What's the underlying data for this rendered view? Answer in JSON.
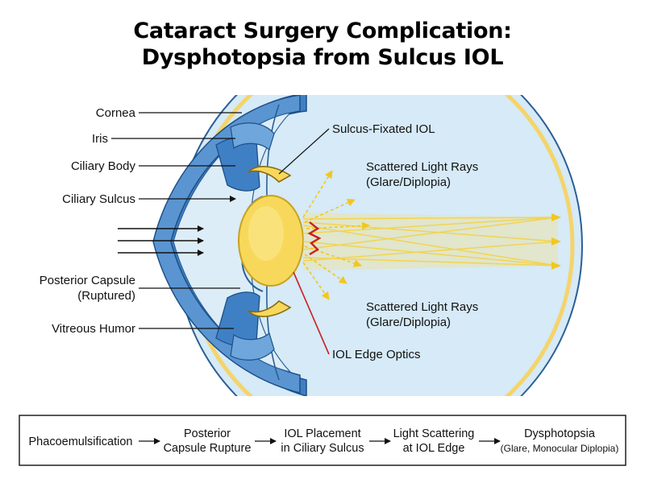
{
  "title": {
    "line1": "Cataract Surgery Complication:",
    "line2": "Dysphotopsia from Sulcus IOL"
  },
  "labels": {
    "cornea": "Cornea",
    "iris": "Iris",
    "ciliary_body": "Ciliary Body",
    "ciliary_sulcus": "Ciliary Sulcus",
    "posterior_capsule_1": "Posterior Capsule",
    "posterior_capsule_2": "(Ruptured)",
    "vitreous_humor": "Vitreous Humor",
    "sulcus_fixated_iol": "Sulcus-Fixated IOL",
    "scattered_upper_1": "Scattered Light Rays",
    "scattered_upper_2": "(Glare/Diplopia)",
    "scattered_lower_1": "Scattered Light Rays",
    "scattered_lower_2": "(Glare/Diplopia)",
    "iol_edge_optics": "IOL Edge Optics"
  },
  "flowchart": {
    "steps": [
      {
        "line1": "Phacoemulsification",
        "line2": ""
      },
      {
        "line1": "Posterior",
        "line2": "Capsule Rupture"
      },
      {
        "line1": "IOL Placement",
        "line2": "in Ciliary Sulcus"
      },
      {
        "line1": "Light Scattering",
        "line2": "at IOL Edge"
      },
      {
        "line1": "Dysphotopsia",
        "line2": "(Glare, Monocular Diplopia)"
      }
    ]
  },
  "colors": {
    "sclera_blue": "#3d7fc4",
    "eye_fill": "#d6eaf7",
    "lens_yellow": "#f7d85a",
    "ray_yellow": "#f2cc2c",
    "edge_red": "#cc1f1f"
  }
}
